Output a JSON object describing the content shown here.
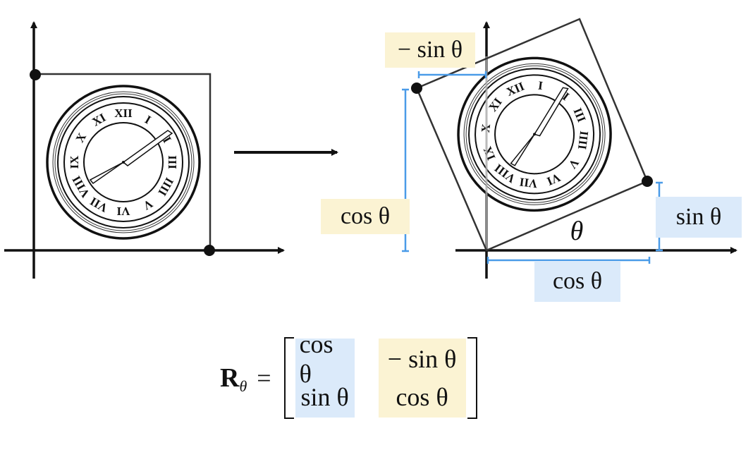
{
  "labels": {
    "neg_sin_top": "− sin θ",
    "cos_left": "cos θ",
    "sin_right": "sin θ",
    "cos_bottom": "cos θ",
    "theta": "θ"
  },
  "matrix": {
    "symbol": "R",
    "subscript": "θ",
    "equals": "=",
    "col1": [
      "cos θ",
      "sin θ"
    ],
    "col2": [
      "− sin θ",
      "cos θ"
    ]
  },
  "clock": {
    "numerals": [
      "XII",
      "I",
      "II",
      "III",
      "IIII",
      "V",
      "VI",
      "VII",
      "VIII",
      "IX",
      "X",
      "XI"
    ]
  },
  "rotation_degrees": 23,
  "colors": {
    "yellow_highlight": "#fbf3d3",
    "blue_highlight": "#dbeafa",
    "measure_line": "#4a9be8"
  }
}
